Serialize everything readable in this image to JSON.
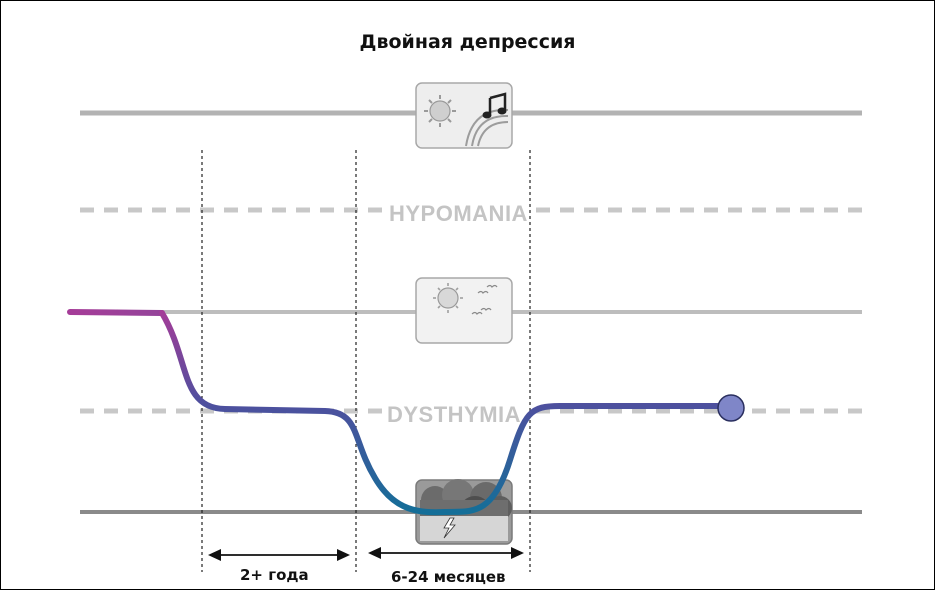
{
  "title": "Двойная депрессия",
  "zones": {
    "hypomania": "HYPOMANIA",
    "dysthymia": "DYSTHYMIA"
  },
  "durations": {
    "first": "2+ года",
    "second": "6-24 месяцев"
  },
  "icons": {
    "top": [
      "sun-icon",
      "music-note-icon",
      "rainbow-icon"
    ],
    "middle": [
      "sun-icon",
      "birds-icon"
    ],
    "bottom": [
      "storm-cloud-icon",
      "lightning-icon"
    ]
  },
  "colors": {
    "curve_start": "#a53c98",
    "curve_mid": "#4f4f9e",
    "curve_low": "#1a6f9e",
    "endpoint": "#7f86c8",
    "solid_line": "#b3b3b3",
    "dashed_line": "#c8c8c8"
  }
}
